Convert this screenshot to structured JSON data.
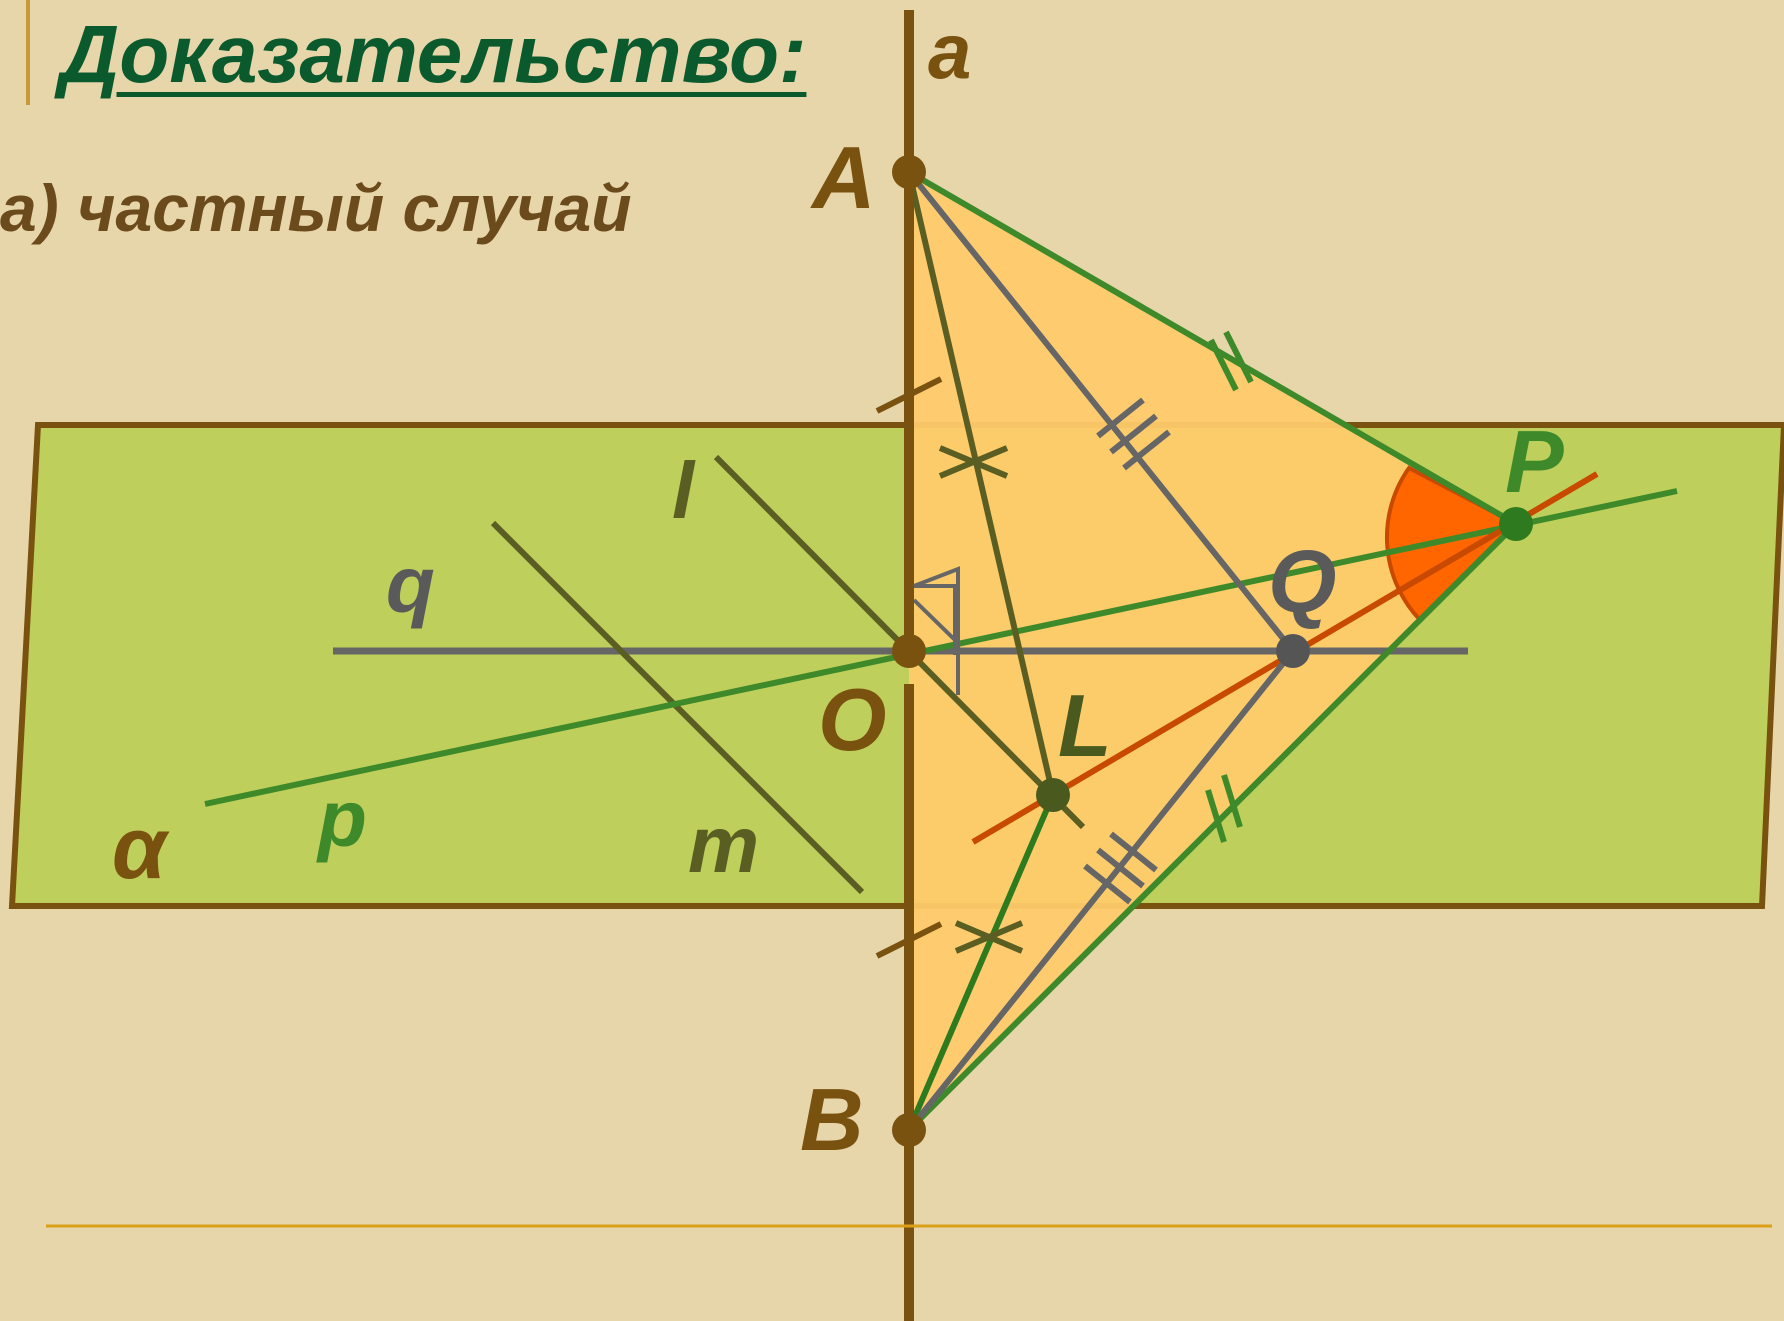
{
  "slide": {
    "title": "Доказательство:",
    "subtitle": "а) частный случай"
  },
  "labels": {
    "line_a": "a",
    "point_A": "A",
    "point_B": "B",
    "point_O": "O",
    "point_P": "P",
    "point_Q": "Q",
    "point_L": "L",
    "line_l": "l",
    "line_q": "q",
    "line_p": "p",
    "line_m": "m",
    "plane": "α"
  },
  "colors": {
    "background": "#e8d6ab",
    "plane_fill": "#bfcf5c",
    "plane_border": "#7a5210",
    "triangle_fill": "#ffcb6b",
    "axis_brown": "#7a5210",
    "green_line": "#3e8a2a",
    "olive_line": "#5a5e22",
    "gray_line": "#666666",
    "orange_line": "#c84a00",
    "angle_fill": "#ff6600",
    "title_green": "#0b5a2e",
    "subtitle_brown": "#6b4a1c",
    "footer_line": "#d9a018"
  }
}
